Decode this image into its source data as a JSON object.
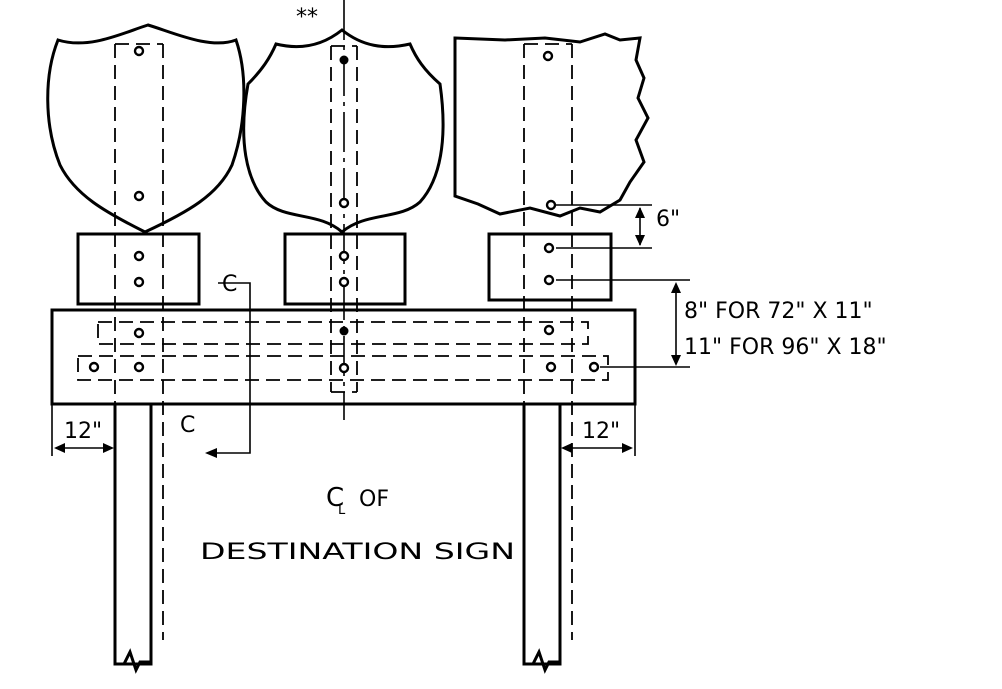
{
  "labels": {
    "stars": "**",
    "dim_6": "6\"",
    "dim_8": "8\" FOR 72\" X 11\"",
    "dim_11": "11\" FOR 96\" X 18\"",
    "dim_12_left": "12\"",
    "dim_12_right": "12\"",
    "section_c_top": "C",
    "section_c_bottom": "C",
    "centerline_symbol": "C",
    "centerline_sub": "L",
    "centerline_of": "OF",
    "destination_sign": "DESTINATION SIGN"
  },
  "colors": {
    "ink": "#000000",
    "paper": "#ffffff"
  }
}
